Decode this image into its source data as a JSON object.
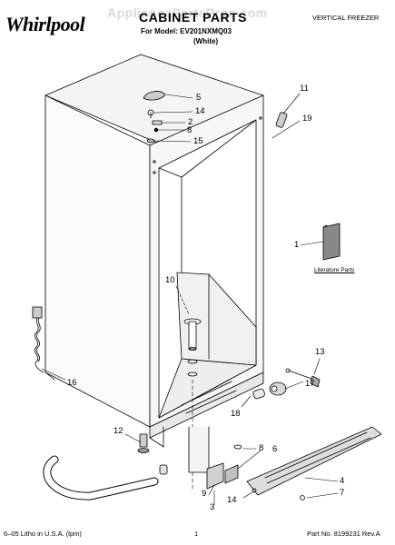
{
  "header": {
    "brand": "Whirlpool",
    "watermark": "AppliancePartsPros.com",
    "title": "CABINET PARTS",
    "doc_type": "VERTICAL FREEZER",
    "model_line": "For Model: EV201NXMQ03",
    "color_line": "(White)"
  },
  "callouts": {
    "c5": "5",
    "c14a": "14",
    "c2": "2",
    "c8a": "8",
    "c15": "15",
    "c11": "11",
    "c19": "19",
    "c1": "1",
    "c10": "10",
    "c13": "13",
    "c16": "16",
    "c17": "17",
    "c18": "18",
    "c12": "12",
    "c8b": "8",
    "c6": "6",
    "c4": "4",
    "c7": "7",
    "c9": "9",
    "c3": "3",
    "c14b": "14"
  },
  "literature_label": "Literature Parts",
  "footer": {
    "left": "6–05 Litho in U.S.A. (lpm)",
    "page": "1",
    "right": "Part No. 8199231 Rev.A"
  }
}
